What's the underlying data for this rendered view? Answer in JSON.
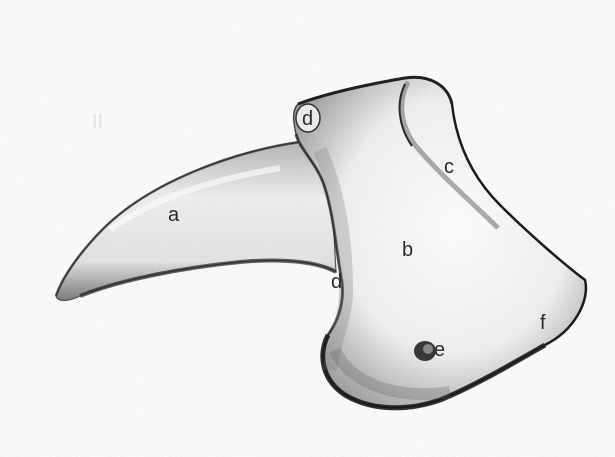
{
  "figure": {
    "corner_mark": "II",
    "labels": {
      "a": "a",
      "b": "b",
      "c": "c",
      "d_top": "d",
      "d_mid": "d",
      "e": "e",
      "f": "f"
    }
  }
}
